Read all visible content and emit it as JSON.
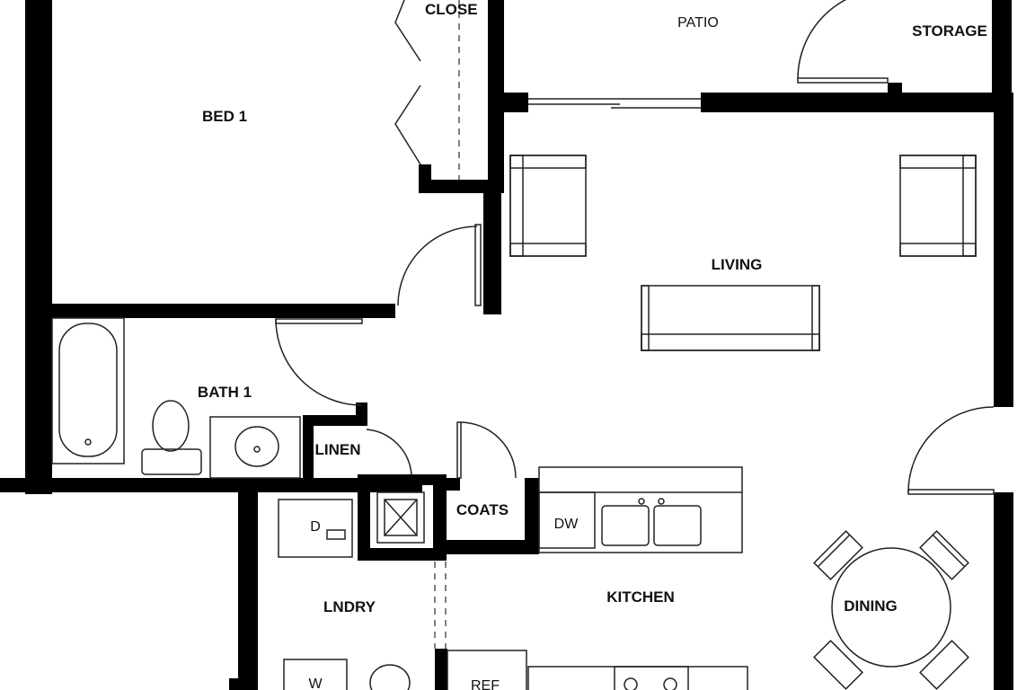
{
  "rooms": {
    "bed1": "BED 1",
    "closet": "CLOSE",
    "patio": "PATIO",
    "storage": "STORAGE",
    "living": "LIVING",
    "bath1": "BATH 1",
    "linen": "LINEN",
    "coats": "COATS",
    "laundry": "LNDRY",
    "kitchen": "KITCHEN",
    "dining": "DINING"
  },
  "fixtures": {
    "dryer": "D",
    "washer": "W",
    "dishwasher": "DW",
    "refrigerator": "REF"
  },
  "colors": {
    "wall": "#000000",
    "line": "#222222",
    "background": "#ffffff"
  }
}
